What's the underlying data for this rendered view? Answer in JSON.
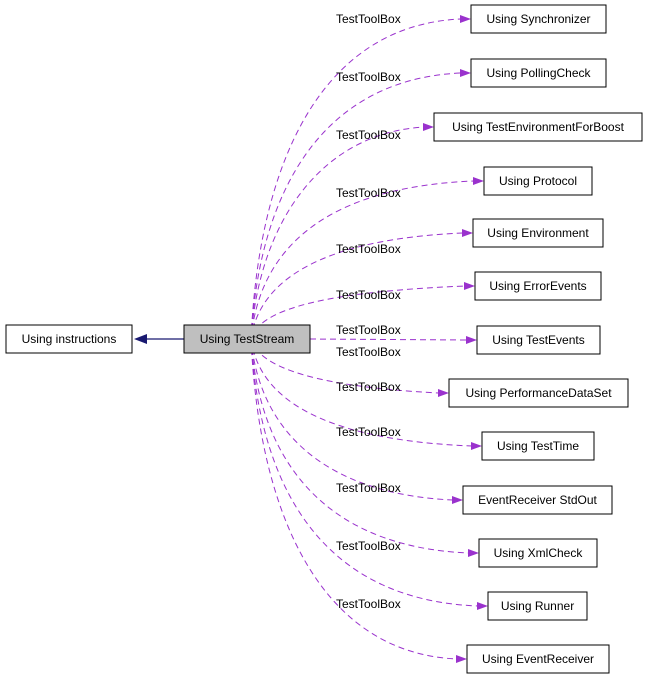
{
  "diagram": {
    "center": "Using TestStream",
    "parent": "Using instructions",
    "edge_label": "TestToolBox",
    "colors": {
      "dependency_edge": "#9a32cd",
      "inheritance_edge": "#191970",
      "center_fill": "#bfbfbf"
    },
    "targets": [
      "Using Synchronizer",
      "Using PollingCheck",
      "Using TestEnvironmentForBoost",
      "Using Protocol",
      "Using Environment",
      "Using ErrorEvents",
      "Using TestEvents",
      "Using PerformanceDataSet",
      "Using TestTime",
      "EventReceiver StdOut",
      "Using XmlCheck",
      "Using Runner",
      "Using EventReceiver"
    ]
  }
}
